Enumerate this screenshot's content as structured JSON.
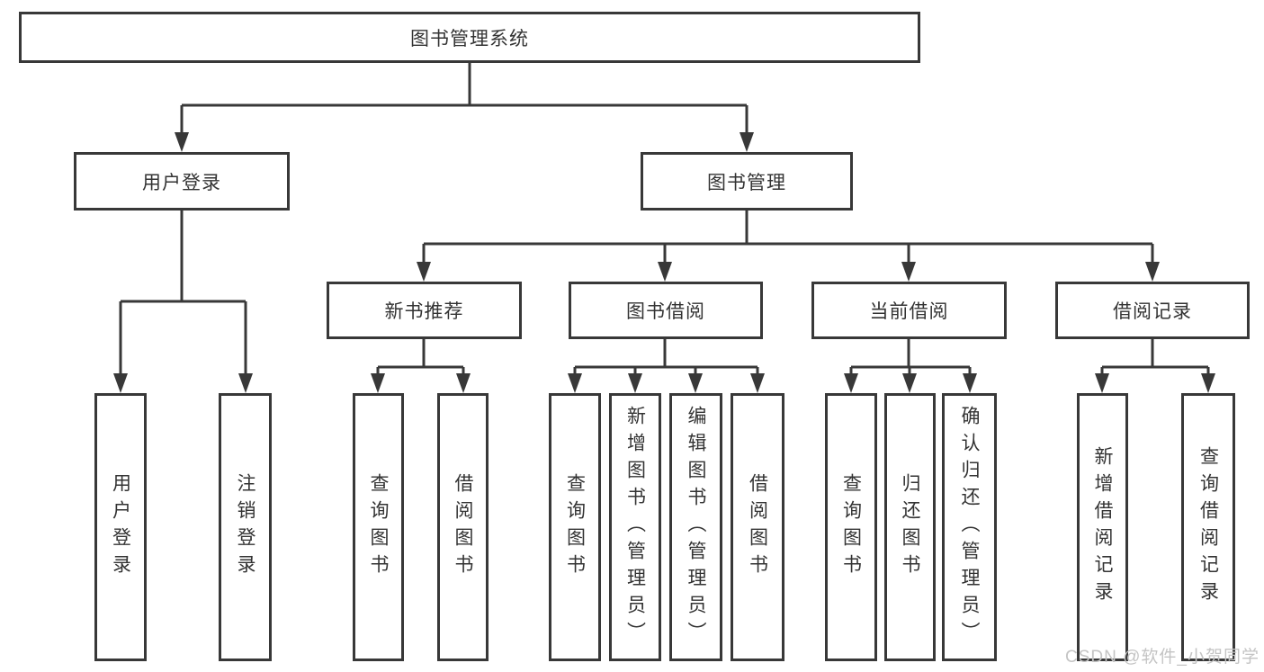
{
  "diagram": {
    "type": "tree",
    "root": {
      "label": "图书管理系统",
      "children": [
        {
          "label": "用户登录",
          "children": [
            {
              "label": "用户登录"
            },
            {
              "label": "注销登录"
            }
          ]
        },
        {
          "label": "图书管理",
          "children": [
            {
              "label": "新书推荐",
              "children": [
                {
                  "label": "查询图书"
                },
                {
                  "label": "借阅图书"
                }
              ]
            },
            {
              "label": "图书借阅",
              "children": [
                {
                  "label": "查询图书"
                },
                {
                  "label": "新增图书（管理员）"
                },
                {
                  "label": "编辑图书（管理员）"
                },
                {
                  "label": "借阅图书"
                }
              ]
            },
            {
              "label": "当前借阅",
              "children": [
                {
                  "label": "查询图书"
                },
                {
                  "label": "归还图书"
                },
                {
                  "label": "确认归还（管理员）"
                }
              ]
            },
            {
              "label": "借阅记录",
              "children": [
                {
                  "label": "新增借阅记录"
                },
                {
                  "label": "查询借阅记录"
                }
              ]
            }
          ]
        }
      ]
    }
  },
  "watermark": "CSDN @软件_小贺同学",
  "colors": {
    "line": "#383838",
    "box_border": "#383838",
    "box_fill": "#ffffff",
    "text": "#333333",
    "watermark": "#c4c4c4",
    "background": "#ffffff"
  }
}
